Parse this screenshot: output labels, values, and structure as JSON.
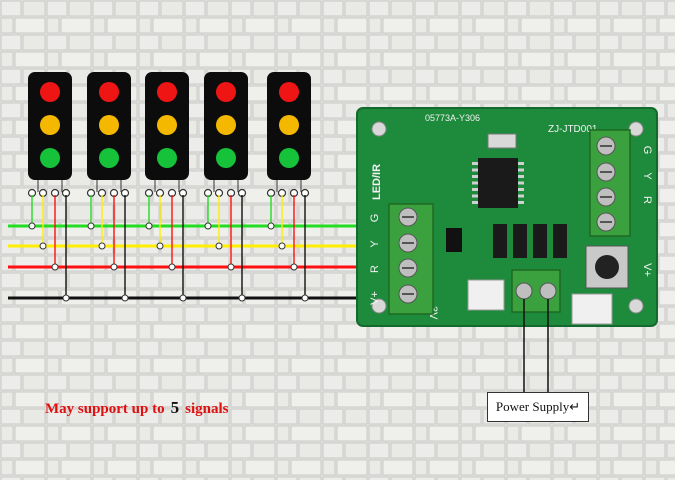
{
  "caption": {
    "prefix": "May support up to",
    "count": "5",
    "suffix": "signals"
  },
  "power_supply_label": "Power Supply↵",
  "board": {
    "part_number": "05773A-Y306",
    "model": "ZJ-JTD001",
    "led_ir": "LED/IR",
    "terminals_left": [
      "G",
      "Y",
      "R",
      "V+"
    ],
    "terminals_right": [
      "G",
      "Y",
      "R",
      "V+"
    ],
    "power_label": "3V"
  },
  "wire_colors": {
    "green": "#22dd22",
    "yellow": "#ffee00",
    "red": "#ff1010",
    "black": "#111111"
  },
  "lamp_colors": {
    "red": "#f01515",
    "yellow": "#f5b800",
    "green": "#15c23a"
  },
  "signal_count": 5
}
